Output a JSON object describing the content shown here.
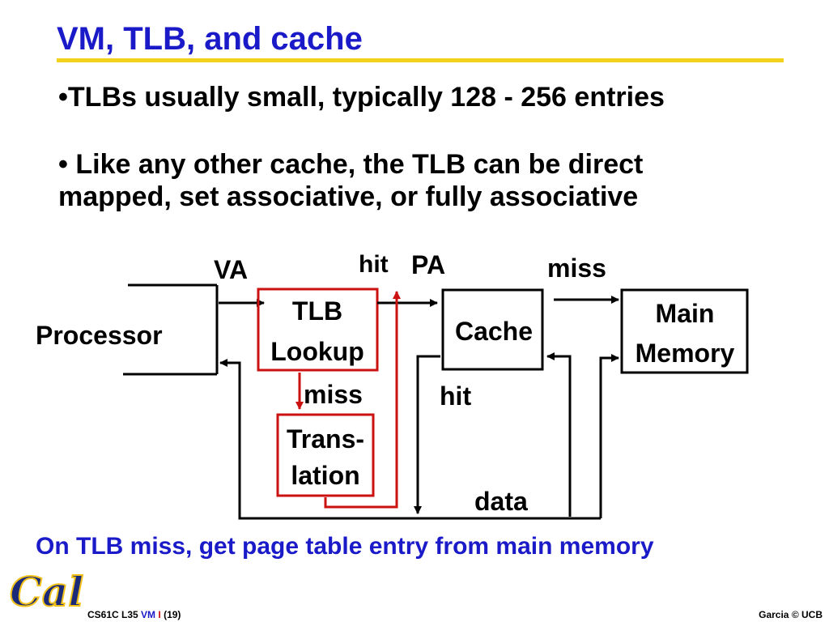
{
  "title": "VM, TLB, and cache",
  "bullets": [
    "•TLBs usually small, typically 128 - 256 entries",
    "• Like any other cache, the TLB can be direct",
    "mapped, set associative, or fully associative"
  ],
  "diagram": {
    "processor": "Processor",
    "va": "VA",
    "tlb_line1": "TLB",
    "tlb_line2": "Lookup",
    "hit_red": "hit",
    "pa": "PA",
    "miss_top": "miss",
    "cache": "Cache",
    "main_line1": "Main",
    "main_line2": "Memory",
    "miss_red": "miss",
    "hit_black": "hit",
    "trans_line1": "Trans-",
    "trans_line2": "lation",
    "data": "data"
  },
  "note": "On TLB miss, get page table entry from main memory",
  "logo_text": "Cal",
  "footer": {
    "course": "CS61C L35",
    "topic_vm": "VM",
    "topic_i": "I",
    "slide_num": "(19)",
    "credit": "Garcia © UCB"
  },
  "colors": {
    "title_blue": "#1a1ac8",
    "rule_yellow": "#f2d21b",
    "red": "#cc1111",
    "logo_blue": "#1a2a78",
    "logo_gold": "#f2c21b"
  }
}
